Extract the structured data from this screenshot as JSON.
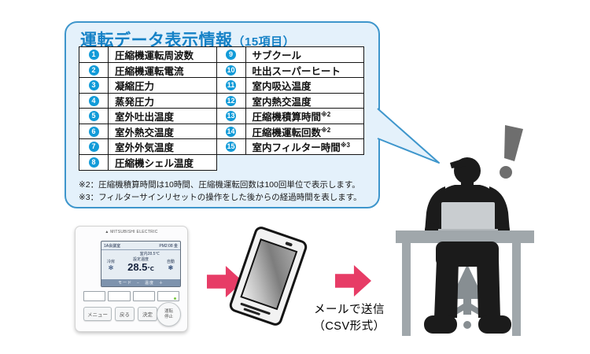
{
  "bubble": {
    "title": "運転データ表示情報",
    "title_suffix": "（15項目）",
    "notes": [
      "※2：圧縮機積算時間は10時間、圧縮機運転回数は100回単位で表示します。",
      "※3：フィルターサインリセットの操作をした後からの経過時間を表します。"
    ]
  },
  "table": {
    "left": [
      {
        "num": "1",
        "label": "圧縮機運転周波数"
      },
      {
        "num": "2",
        "label": "圧縮機運転電流"
      },
      {
        "num": "3",
        "label": "凝縮圧力"
      },
      {
        "num": "4",
        "label": "蒸発圧力"
      },
      {
        "num": "5",
        "label": "室外吐出温度"
      },
      {
        "num": "6",
        "label": "室外熱交温度"
      },
      {
        "num": "7",
        "label": "室外外気温度"
      },
      {
        "num": "8",
        "label": "圧縮機シェル温度"
      }
    ],
    "right": [
      {
        "num": "9",
        "label": "サブクール"
      },
      {
        "num": "10",
        "label": "吐出スーパーヒート"
      },
      {
        "num": "11",
        "label": "室内吸込温度"
      },
      {
        "num": "12",
        "label": "室内熱交温度"
      },
      {
        "num": "13",
        "label": "圧縮機積算時間",
        "sup": "※2"
      },
      {
        "num": "14",
        "label": "圧縮機運転回数",
        "sup": "※2"
      },
      {
        "num": "15",
        "label": "室内フィルター時間",
        "sup": "※3"
      }
    ]
  },
  "remote": {
    "logo": "▲ MITSUBISHI ELECTRIC",
    "screen": {
      "room": "1A会議室",
      "time": "PM2:08 金",
      "indoor": "室内28.5℃",
      "mode": "冷房",
      "mode_icon": "✻",
      "setpoint_label": "設定温度",
      "setpoint_value": "28.5",
      "setpoint_unit": "℃",
      "auto": "自動",
      "auto_icon": "❃",
      "footer": "モード　−　温度　＋"
    },
    "buttons": {
      "menu": "メニュー",
      "back": "戻る",
      "ok": "決定",
      "power_line1": "運転",
      "power_line2": "停止"
    }
  },
  "mail": {
    "line1": "メールで送信",
    "line2": "（CSV形式）"
  },
  "colors": {
    "bubble_fill": "#e4f1fb",
    "bubble_border": "#3e96cc",
    "title_blue": "#1581c6",
    "badge_blue": "#129bd8",
    "arrow_pink": "#e73c66",
    "silhouette": "#1b1b1b",
    "desk_gray": "#a0a7ab",
    "exclamation_gray": "#6e6e6e"
  }
}
